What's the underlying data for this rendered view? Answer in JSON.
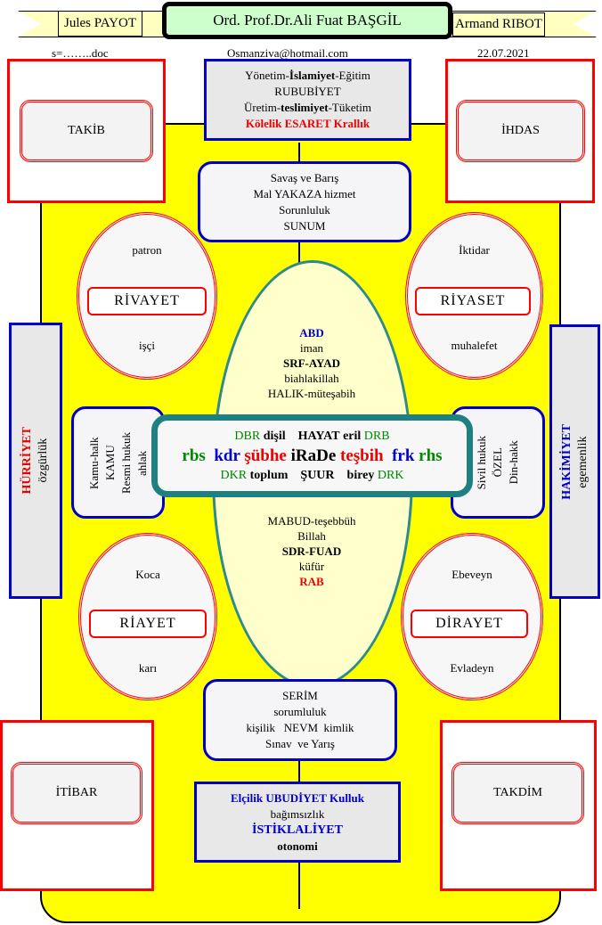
{
  "header": {
    "left_name": "Jules PAYOT",
    "title": "Ord. Prof.Dr.Ali Fuat BAŞGİL",
    "right_name": "Armand RIBOT",
    "file": "s=……..doc",
    "email": "Osmanziva@hotmail.com",
    "date": "22.07.2021"
  },
  "corners": {
    "top_left": "TAKİB",
    "top_right": "İHDAS",
    "bottom_left": "İTİBAR",
    "bottom_right": "TAKDİM"
  },
  "top_box": {
    "l1a": "Yönetim-",
    "l1b": "İslamiyet",
    "l1c": "-Eğitim",
    "l2": "RUBUBİYET",
    "l3a": "Üretim-",
    "l3b": "teslimiyet",
    "l3c": "-Tüketim",
    "l4": "Kölelik ESARET Krallık"
  },
  "upper_box": [
    "Savaş ve Barış",
    "Mal YAKAZA hizmet",
    "Sorunluluk",
    "SUNUM"
  ],
  "ellipses": {
    "rivayet": {
      "top": "patron",
      "label": "RİVAYET",
      "bottom": "işçi"
    },
    "riyaset": {
      "top": "İktidar",
      "label": "RİYASET",
      "bottom": "muhalefet"
    },
    "riayet": {
      "top": "Koca",
      "label": "RİAYET",
      "bottom": "karı"
    },
    "dirayet": {
      "top": "Ebeveyn",
      "label": "DİRAYET",
      "bottom": "Evladeyn"
    }
  },
  "center_oval": {
    "top": [
      "ABD",
      "iman",
      "SRF-AYAD",
      "biahlakillah",
      "HALIK-müteşabih"
    ],
    "bottom": [
      "MABUD-teşebbüh",
      "Billah",
      "SDR-FUAD",
      "küfür",
      "RAB"
    ]
  },
  "center_box": {
    "r1": [
      "DBR",
      "dişil",
      "HAYAT",
      "eril",
      "DRB"
    ],
    "r2": [
      "rbs",
      "kdr",
      "şübhe",
      "iRaDe",
      "teşbih",
      "frk",
      "rhs"
    ],
    "r3": [
      "DKR",
      "toplum",
      "ŞUUR",
      "birey",
      "DRK"
    ]
  },
  "left_bar": {
    "title": "HÜRRİYET",
    "sub": "özgürlük"
  },
  "right_bar": {
    "title": "HAKİMİYET",
    "sub": "egemenlik"
  },
  "left_box": [
    "Kamu-halk",
    "KAMU",
    "Resmi hukuk",
    "ahlak"
  ],
  "right_box": [
    "Sivil hukuk",
    "ÖZEL",
    "Din-hakk"
  ],
  "lower_box": [
    "SERİM",
    "sorumluluk",
    "kişilik   NEVM  kimlik",
    "Sınav  ve Yarış"
  ],
  "bottom_box": {
    "l1": "Elçilik UBUDİYET Kulluk",
    "l2": "bağımsızlık",
    "l3": "İSTİKLALİYET",
    "l4": "otonomi"
  }
}
